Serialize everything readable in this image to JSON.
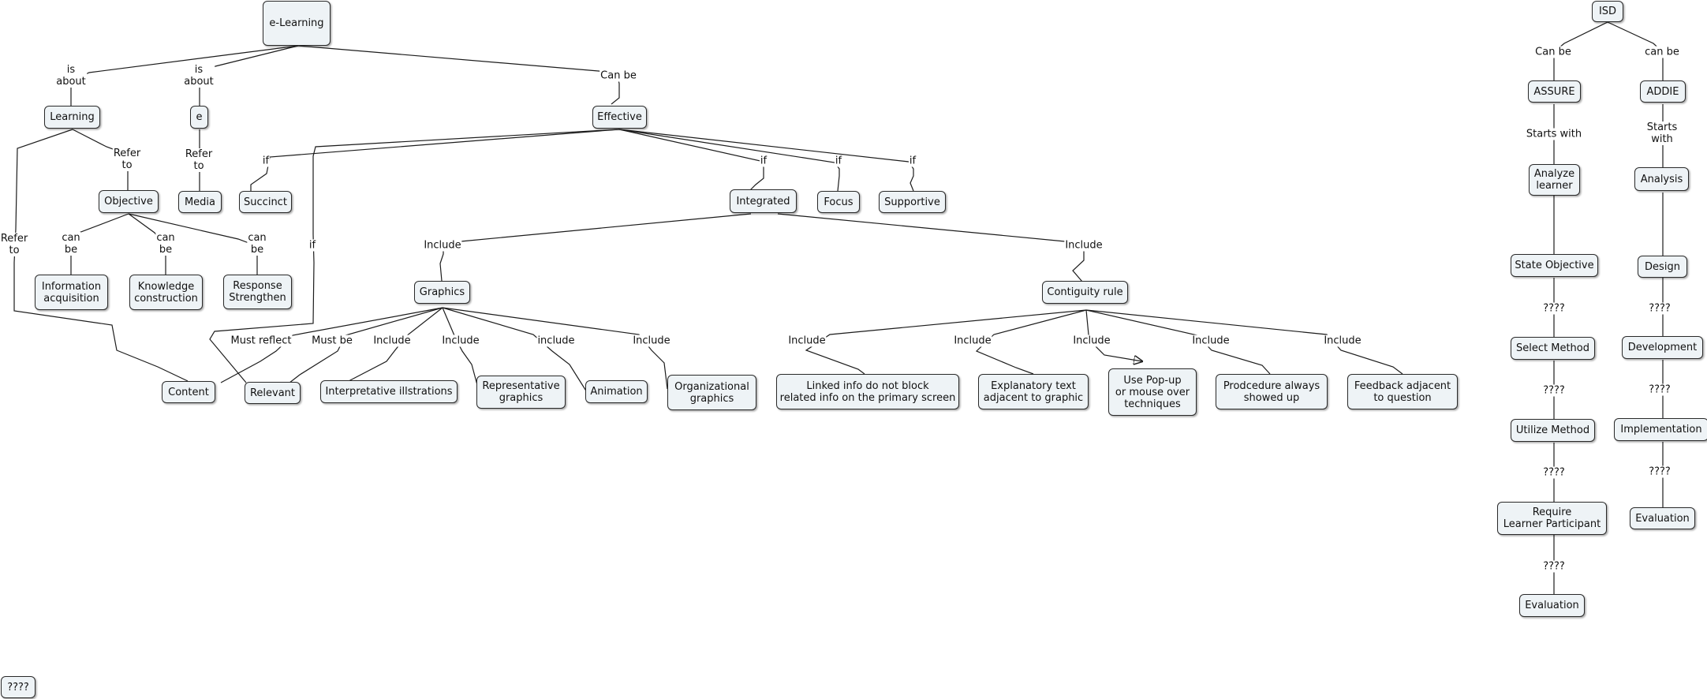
{
  "nodes": {
    "elearning": "e-Learning",
    "learning": "Learning",
    "e": "e",
    "effective": "Effective",
    "objective": "Objective",
    "media": "Media",
    "succinct": "Succinct",
    "integrated": "Integrated",
    "focus": "Focus",
    "supportive": "Supportive",
    "info_acq": "Information\nacquisition",
    "knowledge": "Knowledge\nconstruction",
    "response": "Response\nStrengthen",
    "graphics": "Graphics",
    "contiguity": "Contiguity rule",
    "content": "Content",
    "relevant": "Relevant",
    "interp": "Interpretative illstrations",
    "rep": "Representative\ngraphics",
    "animation": "Animation",
    "org": "Organizational\ngraphics",
    "linked": "Linked info do not block\nrelated info on the primary screen",
    "explan": "Explanatory text\nadjacent to graphic",
    "popup": "Use Pop-up\nor mouse over\ntechniques",
    "procedure": "Prodcedure always\nshowed up",
    "feedback": "Feedback adjacent\nto question",
    "isd": "ISD",
    "assure": "ASSURE",
    "addie": "ADDIE",
    "analyze_learner": "Analyze\nlearner",
    "analysis": "Analysis",
    "state_obj": "State Objective",
    "design": "Design",
    "select_method": "Select Method",
    "development": "Development",
    "utilize_method": "Utilize Method",
    "implementation": "Implementation",
    "require": "Require\nLearner Participant",
    "evaluation_addie": "Evaluation",
    "evaluation_assure": "Evaluation",
    "unknown": "????"
  },
  "links": {
    "is_about_1": "is\nabout",
    "is_about_2": "is\nabout",
    "can_be_1": "Can be",
    "refer_to_1": "Refer\nto",
    "refer_to_2": "Refer\nto",
    "refer_to_3": "Refer\nto",
    "if_succinct": "if",
    "if_relevant": "if",
    "if_integrated": "if",
    "if_focus": "if",
    "if_supportive": "if",
    "can_be_info": "can\nbe",
    "can_be_know": "can\nbe",
    "can_be_resp": "can\nbe",
    "include_graphics": "Include",
    "include_contiguity": "Include",
    "must_reflect": "Must reflect",
    "must_be": "Must be",
    "include_interp": "Include",
    "include_rep": "Include",
    "include_anim": "include",
    "include_org": "Include",
    "include_linked": "Include",
    "include_explan": "Include",
    "include_popup": "Include",
    "include_proc": "Include",
    "include_feedback": "Include",
    "can_be_assure": "Can be",
    "can_be_addie": "can be",
    "starts_with_assure": "Starts with",
    "starts_with_addie": "Starts\nwith",
    "q1": "????",
    "q2": "????",
    "q3": "????",
    "q4": "????",
    "q5": "????",
    "q6": "????",
    "q7": "????"
  }
}
